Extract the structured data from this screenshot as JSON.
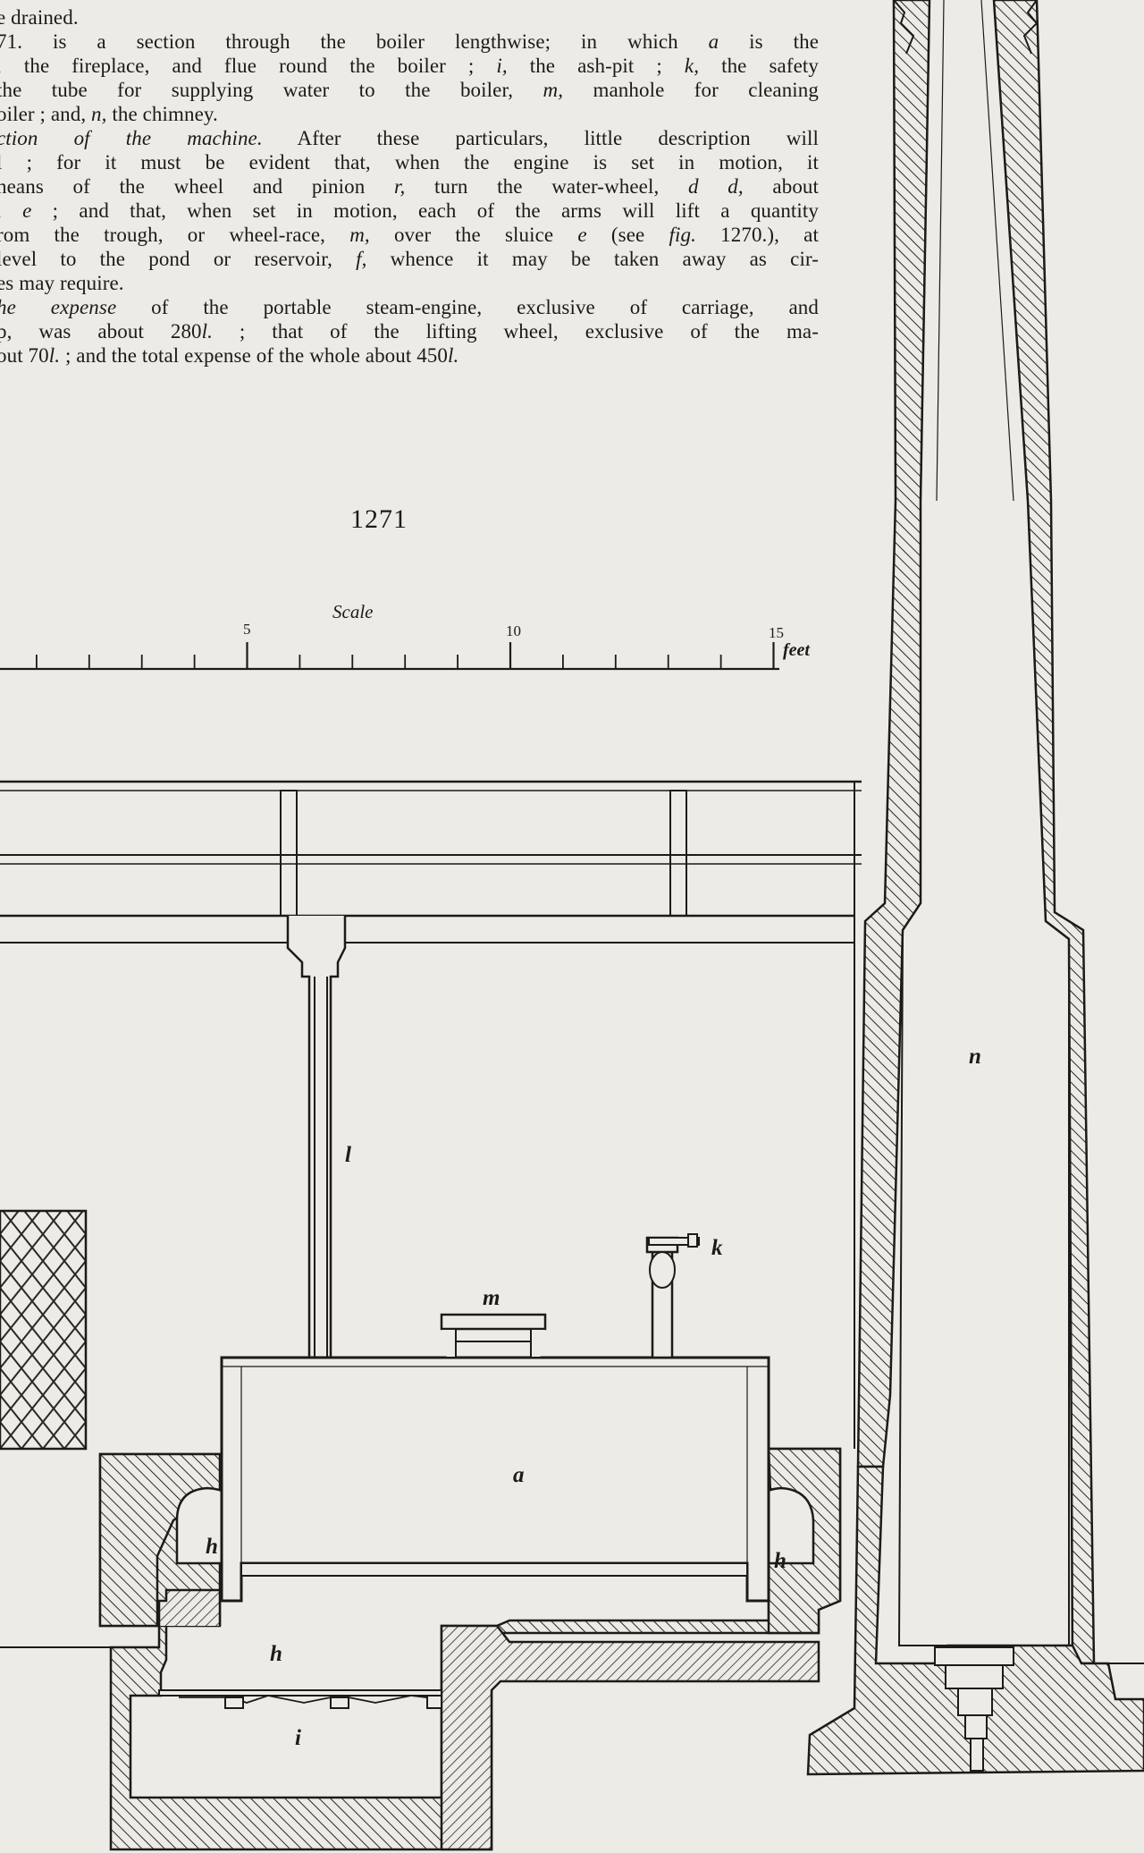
{
  "text": {
    "lines": [
      {
        "parts": [
          {
            "t": "e drained.",
            "s": "plain"
          }
        ]
      },
      {
        "parts": [
          {
            "t": "71. is a section through the boiler lengthwise; in which ",
            "s": "plain"
          },
          {
            "t": "a",
            "s": "ital"
          },
          {
            "t": " is the",
            "s": "plain"
          }
        ]
      },
      {
        "parts": [
          {
            "t": ", the fireplace, and flue round the boiler ; ",
            "s": "plain"
          },
          {
            "t": "i,",
            "s": "ital"
          },
          {
            "t": " the ash-pit ; ",
            "s": "plain"
          },
          {
            "t": "k,",
            "s": "ital"
          },
          {
            "t": " the safety",
            "s": "plain"
          }
        ]
      },
      {
        "parts": [
          {
            "t": " the tube for supplying water to the boiler, ",
            "s": "plain"
          },
          {
            "t": "m,",
            "s": "ital"
          },
          {
            "t": " manhole for cleaning",
            "s": "plain"
          }
        ]
      },
      {
        "parts": [
          {
            "t": "oiler ; and, ",
            "s": "plain"
          },
          {
            "t": "n,",
            "s": "ital"
          },
          {
            "t": " the chimney.",
            "s": "plain"
          }
        ]
      },
      {
        "parts": [
          {
            "t": "ction of the machine.",
            "s": "ital"
          },
          {
            "t": " After these particulars, little description will",
            "s": "plain"
          }
        ]
      },
      {
        "parts": [
          {
            "t": "l ; for it must be evident that, when the engine is set in motion, it",
            "s": "plain"
          }
        ]
      },
      {
        "parts": [
          {
            "t": "neans of the wheel and pinion ",
            "s": "plain"
          },
          {
            "t": "r,",
            "s": "ital"
          },
          {
            "t": " turn the water-wheel, ",
            "s": "plain"
          },
          {
            "t": "d d,",
            "s": "ital"
          },
          {
            "t": " about",
            "s": "plain"
          }
        ]
      },
      {
        "parts": [
          {
            "t": ", ",
            "s": "plain"
          },
          {
            "t": "e",
            "s": "ital"
          },
          {
            "t": " ; and that, when set in motion, each of the arms will lift a quantity",
            "s": "plain"
          }
        ]
      },
      {
        "parts": [
          {
            "t": "rom the trough, or wheel-race, ",
            "s": "plain"
          },
          {
            "t": "m,",
            "s": "ital"
          },
          {
            "t": " over the sluice ",
            "s": "plain"
          },
          {
            "t": "e",
            "s": "ital"
          },
          {
            "t": " (see ",
            "s": "plain"
          },
          {
            "t": "fig.",
            "s": "ital"
          },
          {
            "t": " 1270.), at",
            "s": "plain"
          }
        ]
      },
      {
        "parts": [
          {
            "t": "level to the pond or reservoir, ",
            "s": "plain"
          },
          {
            "t": "f,",
            "s": "ital"
          },
          {
            "t": " whence it may be taken away as cir-",
            "s": "plain"
          }
        ]
      },
      {
        "parts": [
          {
            "t": "es may require.",
            "s": "plain"
          }
        ]
      },
      {
        "parts": [
          {
            "t": "he expense",
            "s": "ital"
          },
          {
            "t": " of the portable steam-engine, exclusive of carriage, and",
            "s": "plain"
          }
        ]
      },
      {
        "parts": [
          {
            "t": "p, was about 280",
            "s": "plain"
          },
          {
            "t": "l.",
            "s": "ital"
          },
          {
            "t": " ; that of the lifting wheel, exclusive of the ma-",
            "s": "plain"
          }
        ]
      },
      {
        "parts": [
          {
            "t": "out 70",
            "s": "plain"
          },
          {
            "t": "l.",
            "s": "ital"
          },
          {
            "t": " ; and the total expense of the whole about 450",
            "s": "plain"
          },
          {
            "t": "l.",
            "s": "ital"
          }
        ]
      }
    ]
  },
  "figure": {
    "number": "1271",
    "scale": {
      "title": "Scale",
      "unit": "feet",
      "tick_labels": [
        "5",
        "10",
        "15"
      ]
    },
    "labels": {
      "boiler": "a",
      "flue_left": "h",
      "flue_right": "h",
      "flue_under": "h",
      "ash_pit": "i",
      "safety_valve": "k",
      "supply_tube": "l",
      "manhole": "m",
      "chimney": "n"
    }
  }
}
